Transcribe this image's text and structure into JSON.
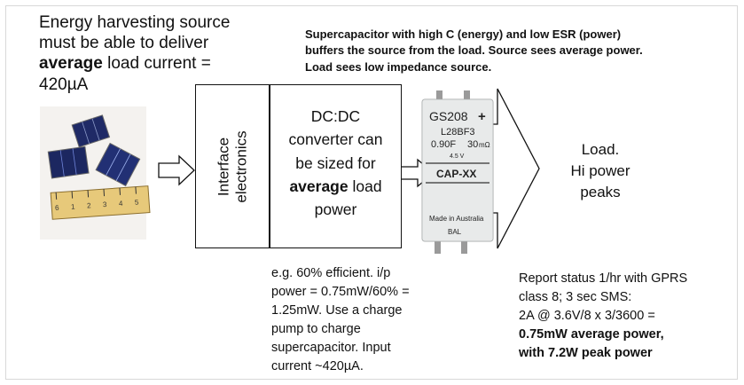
{
  "source": {
    "line1": "Energy harvesting source",
    "line2": "must be able to deliver",
    "line3_bold": "average",
    "line3_rest": " load current =",
    "line4": "420µA"
  },
  "supercap_note": {
    "line1": "Supercapacitor with high C (energy) and low ESR (power)",
    "line2": "buffers the source from the load. Source sees average power.",
    "line3": "Load sees low impedance source."
  },
  "interface": {
    "line1": "Interface",
    "line2": "electronics"
  },
  "dcdc": {
    "line1": "DC:DC",
    "line2": "converter can",
    "line3": "be sized for",
    "line4_bold": "average",
    "line4_rest": " load",
    "line5": "power"
  },
  "capacitor": {
    "model": "GS208",
    "plus": "+",
    "code": "L28BF3",
    "cap": "0.90F",
    "esr": "30",
    "esr_unit": "mΩ",
    "voltage": "4.5 V",
    "brand": "CAP-XX",
    "made_in": "Made in Australia",
    "bal": "BAL"
  },
  "load": {
    "line1": "Load.",
    "line2": "Hi power",
    "line3": "peaks"
  },
  "efficiency": {
    "line1": "e.g. 60% efficient. i/p",
    "line2": "power = 0.75mW/60% =",
    "line3": "1.25mW. Use a charge",
    "line4": "pump to charge",
    "line5": "supercapacitor. Input",
    "line6": "current ~420µA."
  },
  "report": {
    "line1": "Report status 1/hr with GPRS",
    "line2": "class 8; 3 sec SMS:",
    "line3": "2A @ 3.6V/8 x 3/3600 =",
    "line4_bold": "0.75mW average power,",
    "line5_bold": "with 7.2W peak power"
  },
  "ruler_numbers": [
    "1",
    "2",
    "3",
    "4",
    "5",
    "6"
  ],
  "colors": {
    "cell_blue": "#1f2a66",
    "ruler_yellow": "#e7c97a",
    "cap_body": "#eef0f0"
  }
}
